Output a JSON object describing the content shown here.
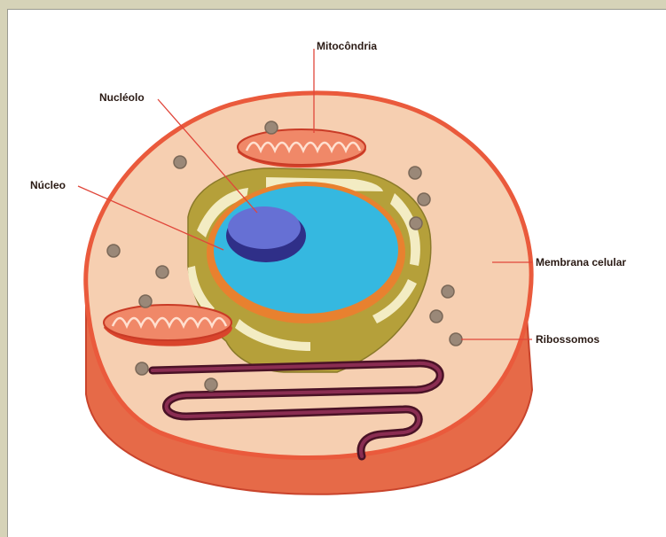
{
  "diagram": {
    "labels": {
      "mitochondria": "Mitocôndria",
      "nucleolus": "Nucléolo",
      "nucleus": "Núcleo",
      "membrane": "Membrana celular",
      "ribosomes": "Ribossomos"
    },
    "colors": {
      "background": "#d6d3b8",
      "cytoplasm": "#f6cfb1",
      "membrane": "#ea5a3c",
      "cell_side": "#e66a48",
      "nucleus": "#35b8e0",
      "nucleolus": "#5d66cc",
      "endoplasmic_reticulum": "#b5a03a",
      "mitochondria": "#f07a5c",
      "ribosome": "#9a8878",
      "tubule": "#6c1f3c",
      "leader_line": "#e0463a"
    }
  }
}
